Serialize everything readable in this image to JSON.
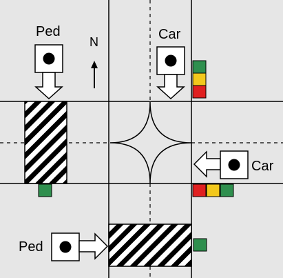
{
  "labels": {
    "ped_top": "Ped",
    "car_top": "Car",
    "car_right": "Car",
    "ped_bottom": "Ped",
    "north": "N"
  },
  "colors": {
    "background": "#e6e6e6",
    "signal_red": "#e02020",
    "signal_yellow": "#f2c81c",
    "signal_green": "#2f8f4e",
    "line": "#000000",
    "box_fill": "#ffffff"
  },
  "signals": {
    "car_south": [
      "green",
      "yellow",
      "red"
    ],
    "car_west": [
      "red",
      "yellow",
      "green"
    ],
    "ped_west": [
      "green"
    ],
    "ped_south": [
      "green"
    ]
  },
  "icons": {
    "actor": "black-dot-in-square-icon",
    "direction": "hollow-arrow-icon",
    "crosswalk": "hatched-rectangle"
  }
}
